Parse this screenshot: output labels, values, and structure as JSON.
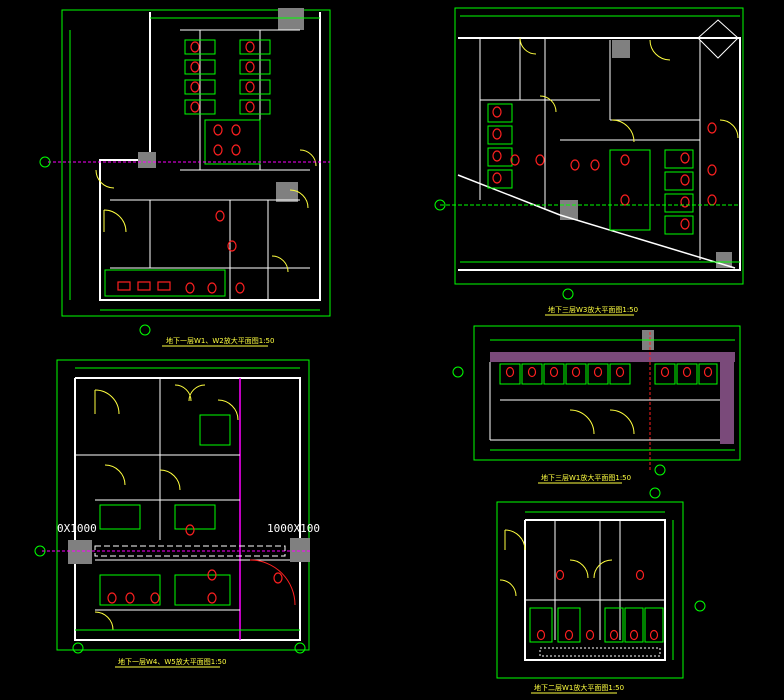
{
  "colors": {
    "background": "#000000",
    "wall": "#ffffff",
    "dim": "#00ff00",
    "fixture": "#ff2020",
    "text": "#ffff40",
    "accent": "#ff00ff",
    "hatch": "#808080"
  },
  "plans": [
    {
      "id": "p1",
      "title": "地下一层W1、W2放大平面图1:50"
    },
    {
      "id": "p2",
      "title": "地下三层W3放大平面图1:50"
    },
    {
      "id": "p3",
      "title": "地下一层W4、W5放大平面图1:50"
    },
    {
      "id": "p4",
      "title": "地下三层W1放大平面图1:50"
    },
    {
      "id": "p5",
      "title": "地下二层W1放大平面图1:50"
    }
  ],
  "annotations": {
    "dim_left": "0X1000",
    "dim_right": "1000X100"
  }
}
